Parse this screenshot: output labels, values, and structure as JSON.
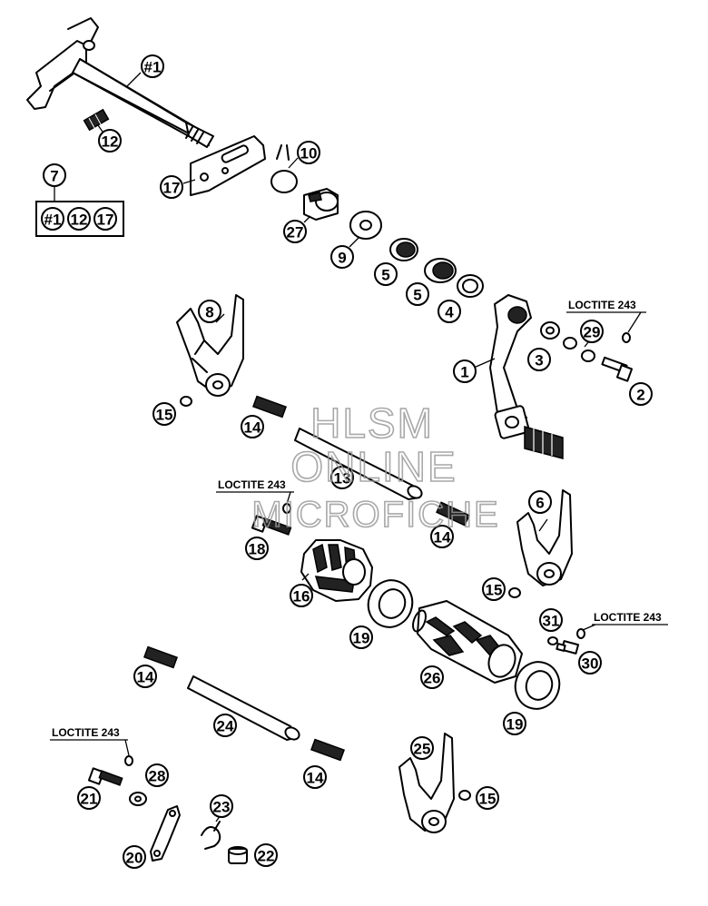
{
  "watermark": {
    "line1": "HLSM",
    "line2": "ONLINE",
    "line3": "MICROFICHE"
  },
  "kit": {
    "number": "7",
    "contents": [
      "#1",
      "12",
      "17"
    ]
  },
  "loctite_label": "LOCTITE 243",
  "callouts": [
    {
      "id": "c1",
      "label": "#1"
    },
    {
      "id": "c2",
      "label": "12"
    },
    {
      "id": "c3",
      "label": "10"
    },
    {
      "id": "c4",
      "label": "17"
    },
    {
      "id": "c5",
      "label": "27"
    },
    {
      "id": "c6",
      "label": "9"
    },
    {
      "id": "c7",
      "label": "5"
    },
    {
      "id": "c8",
      "label": "5"
    },
    {
      "id": "c9",
      "label": "4"
    },
    {
      "id": "c10",
      "label": "8"
    },
    {
      "id": "c11",
      "label": "29"
    },
    {
      "id": "c12",
      "label": "3"
    },
    {
      "id": "c13",
      "label": "1"
    },
    {
      "id": "c14",
      "label": "2"
    },
    {
      "id": "c15",
      "label": "15"
    },
    {
      "id": "c16",
      "label": "14"
    },
    {
      "id": "c17",
      "label": "13"
    },
    {
      "id": "c18",
      "label": "6"
    },
    {
      "id": "c19",
      "label": "18"
    },
    {
      "id": "c20",
      "label": "14"
    },
    {
      "id": "c21",
      "label": "16"
    },
    {
      "id": "c22",
      "label": "15"
    },
    {
      "id": "c23",
      "label": "31"
    },
    {
      "id": "c24",
      "label": "19"
    },
    {
      "id": "c25",
      "label": "30"
    },
    {
      "id": "c26",
      "label": "26"
    },
    {
      "id": "c27",
      "label": "14"
    },
    {
      "id": "c28",
      "label": "19"
    },
    {
      "id": "c29",
      "label": "24"
    },
    {
      "id": "c30",
      "label": "25"
    },
    {
      "id": "c31",
      "label": "28"
    },
    {
      "id": "c32",
      "label": "14"
    },
    {
      "id": "c33",
      "label": "21"
    },
    {
      "id": "c34",
      "label": "15"
    },
    {
      "id": "c35",
      "label": "23"
    },
    {
      "id": "c36",
      "label": "20"
    },
    {
      "id": "c37",
      "label": "22"
    }
  ]
}
